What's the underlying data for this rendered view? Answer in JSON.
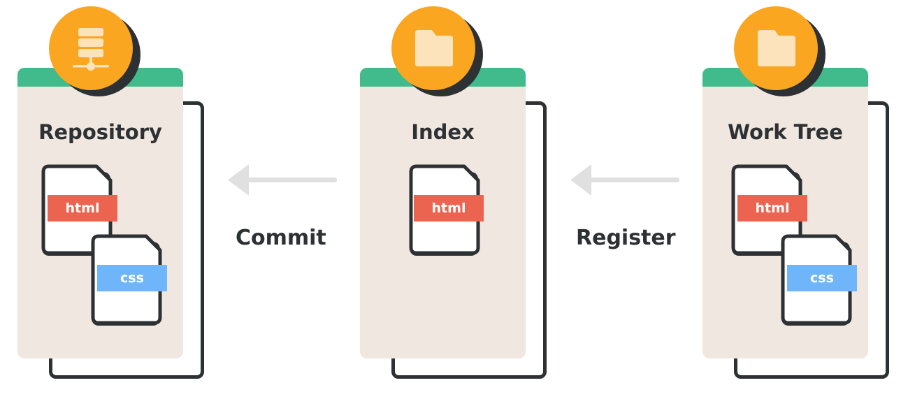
{
  "stages": {
    "repository": {
      "title": "Repository",
      "icon": "database-server-icon"
    },
    "index": {
      "title": "Index",
      "icon": "folder-icon"
    },
    "work_tree": {
      "title": "Work Tree",
      "icon": "folder-icon"
    }
  },
  "files": {
    "html": "html",
    "css": "css"
  },
  "actions": {
    "commit": "Commit",
    "register": "Register"
  },
  "colors": {
    "card": "#f1e7e1",
    "strip": "#41bb8b",
    "badge": "#fba620",
    "icon": "#fde3bc",
    "outline": "#2d3133",
    "html_tag": "#ec6450",
    "css_tag": "#6fb5fa",
    "arrow": "#e0e0e0"
  }
}
